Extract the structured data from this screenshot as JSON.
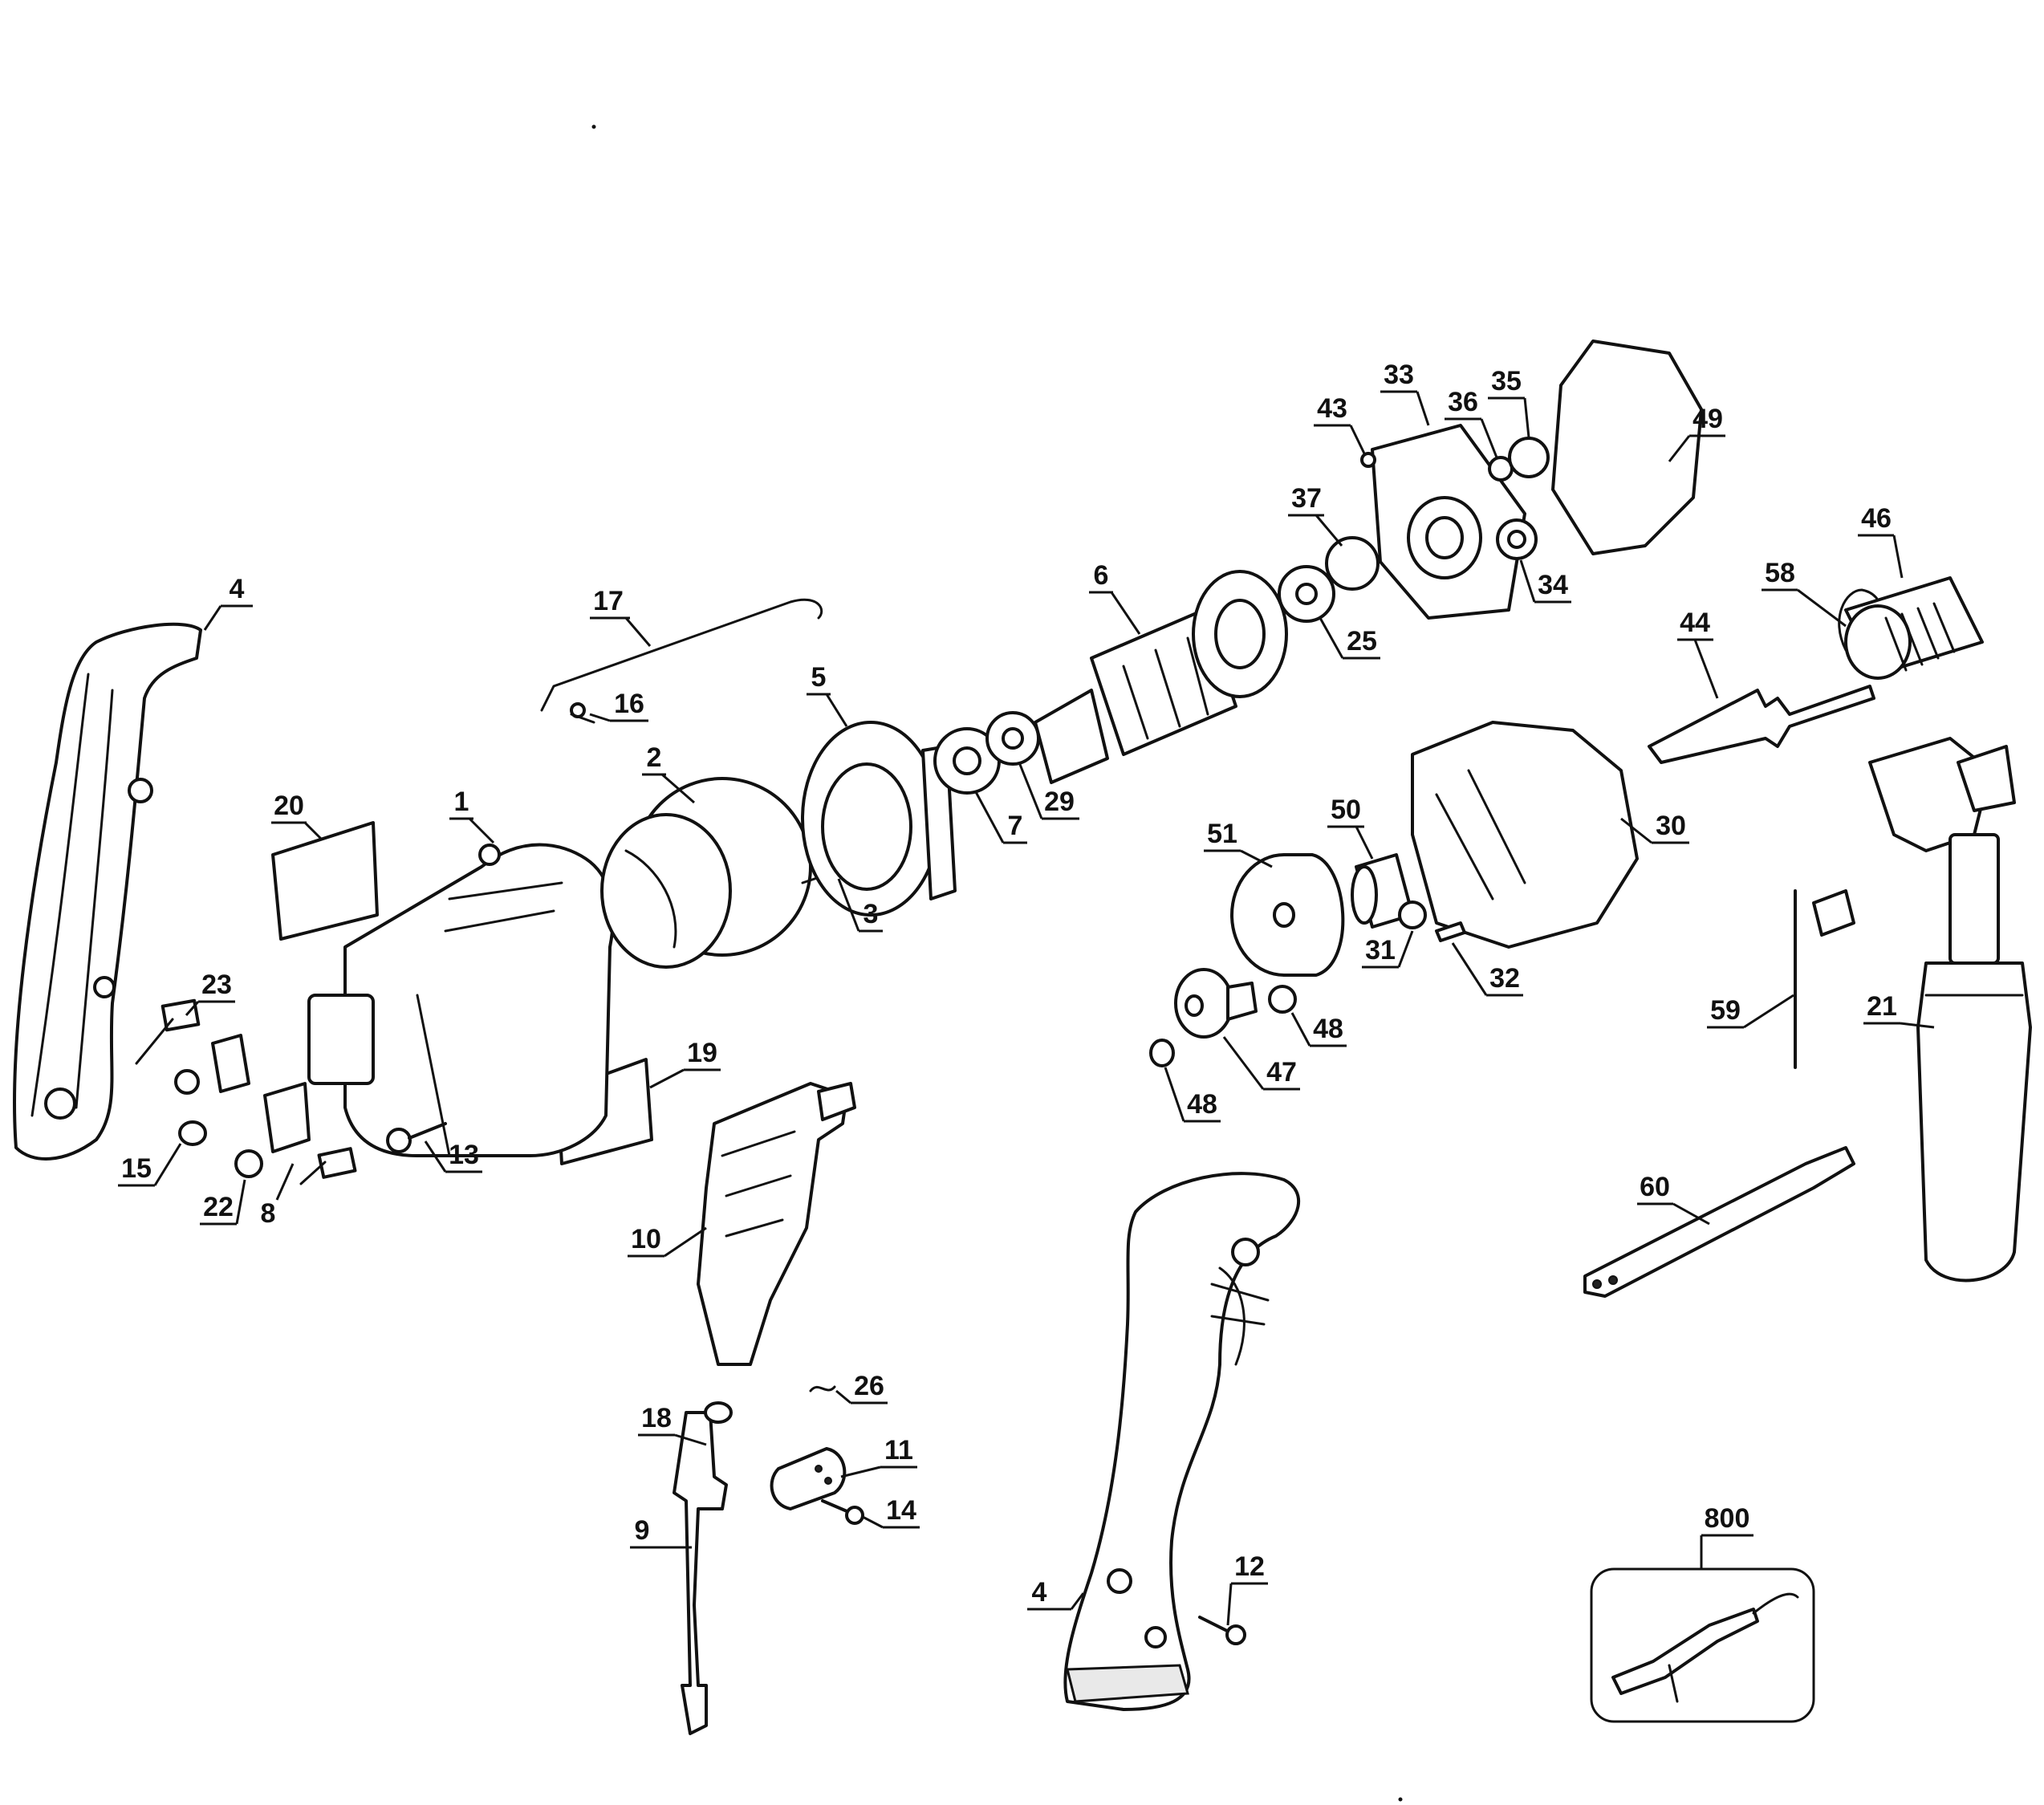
{
  "diagram": {
    "callouts": {
      "p1": "1",
      "p2": "2",
      "p3": "3",
      "p4a": "4",
      "p4b": "4",
      "p5": "5",
      "p6": "6",
      "p7": "7",
      "p8": "8",
      "p9": "9",
      "p10": "10",
      "p11": "11",
      "p12": "12",
      "p13": "13",
      "p14": "14",
      "p15": "15",
      "p16": "16",
      "p17": "17",
      "p18": "18",
      "p19": "19",
      "p20": "20",
      "p21": "21",
      "p22": "22",
      "p23": "23",
      "p25": "25",
      "p26": "26",
      "p29": "29",
      "p30": "30",
      "p31": "31",
      "p32": "32",
      "p33": "33",
      "p34": "34",
      "p35": "35",
      "p36": "36",
      "p37": "37",
      "p43": "43",
      "p44": "44",
      "p46": "46",
      "p47": "47",
      "p48a": "48",
      "p48b": "48",
      "p49": "49",
      "p50": "50",
      "p51": "51",
      "p58": "58",
      "p59": "59",
      "p60": "60",
      "p800": "800"
    }
  }
}
